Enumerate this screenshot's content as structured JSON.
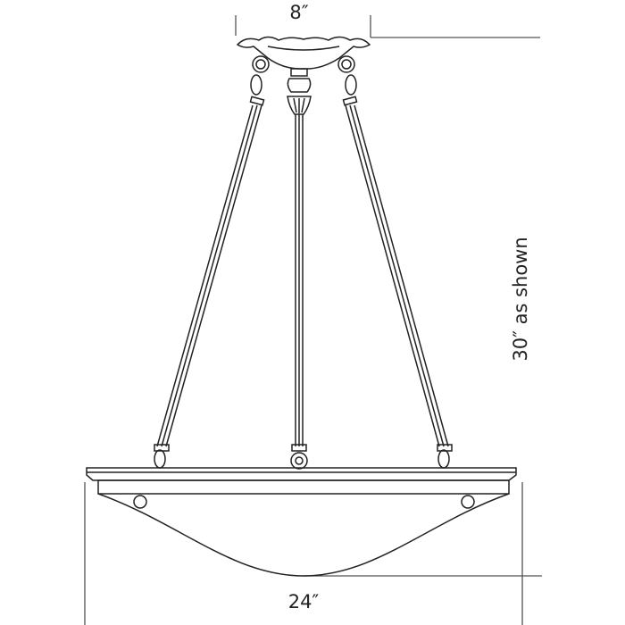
{
  "dimensions": {
    "canopy_width": "8″",
    "bowl_width": "24″",
    "height": "30″ as shown"
  },
  "colors": {
    "line": "#222222",
    "dim_line": "#555555"
  }
}
